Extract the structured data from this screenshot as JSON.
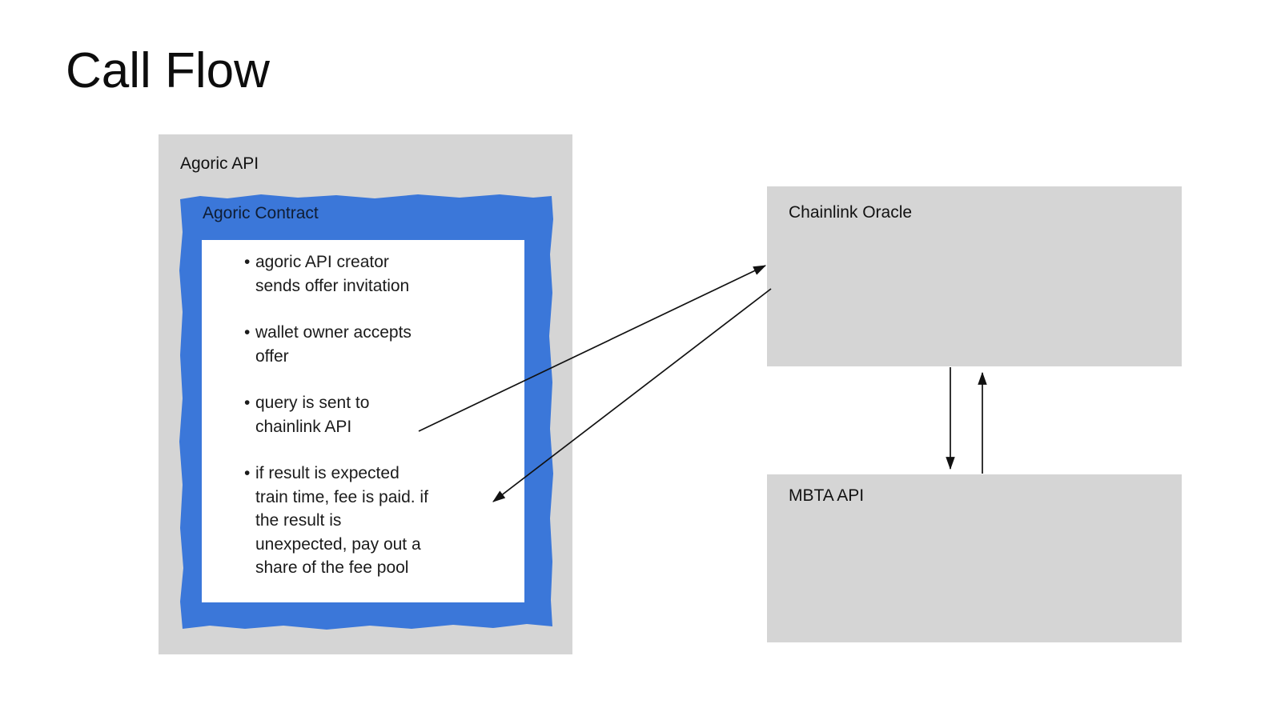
{
  "title": "Call Flow",
  "colors": {
    "accent_blue": "#3b77d9",
    "box_gray": "#d5d5d5",
    "panel_white": "#ffffff",
    "arrow_black": "#111111"
  },
  "agoric": {
    "label": "Agoric API",
    "contract": {
      "label": "Agoric Contract",
      "bullets": [
        [
          "agoric API creator",
          "sends offer invitation"
        ],
        [
          "wallet owner accepts",
          "offer"
        ],
        [
          "query is sent to",
          "chainlink API"
        ],
        [
          "if result is expected",
          "train time, fee is paid. if",
          "the result is",
          "unexpected, pay out a",
          "share of the fee pool"
        ]
      ]
    }
  },
  "chainlink": {
    "label": "Chainlink Oracle"
  },
  "mbta": {
    "label": "MBTA API"
  },
  "arrows": [
    {
      "name": "query-to-chainlink",
      "direction": "contract to chainlink oracle"
    },
    {
      "name": "chainlink-to-contract",
      "direction": "chainlink oracle to contract result bullet"
    },
    {
      "name": "chainlink-to-mbta",
      "direction": "chainlink oracle down to MBTA API"
    },
    {
      "name": "mbta-to-chainlink",
      "direction": "MBTA API up to chainlink oracle"
    }
  ]
}
